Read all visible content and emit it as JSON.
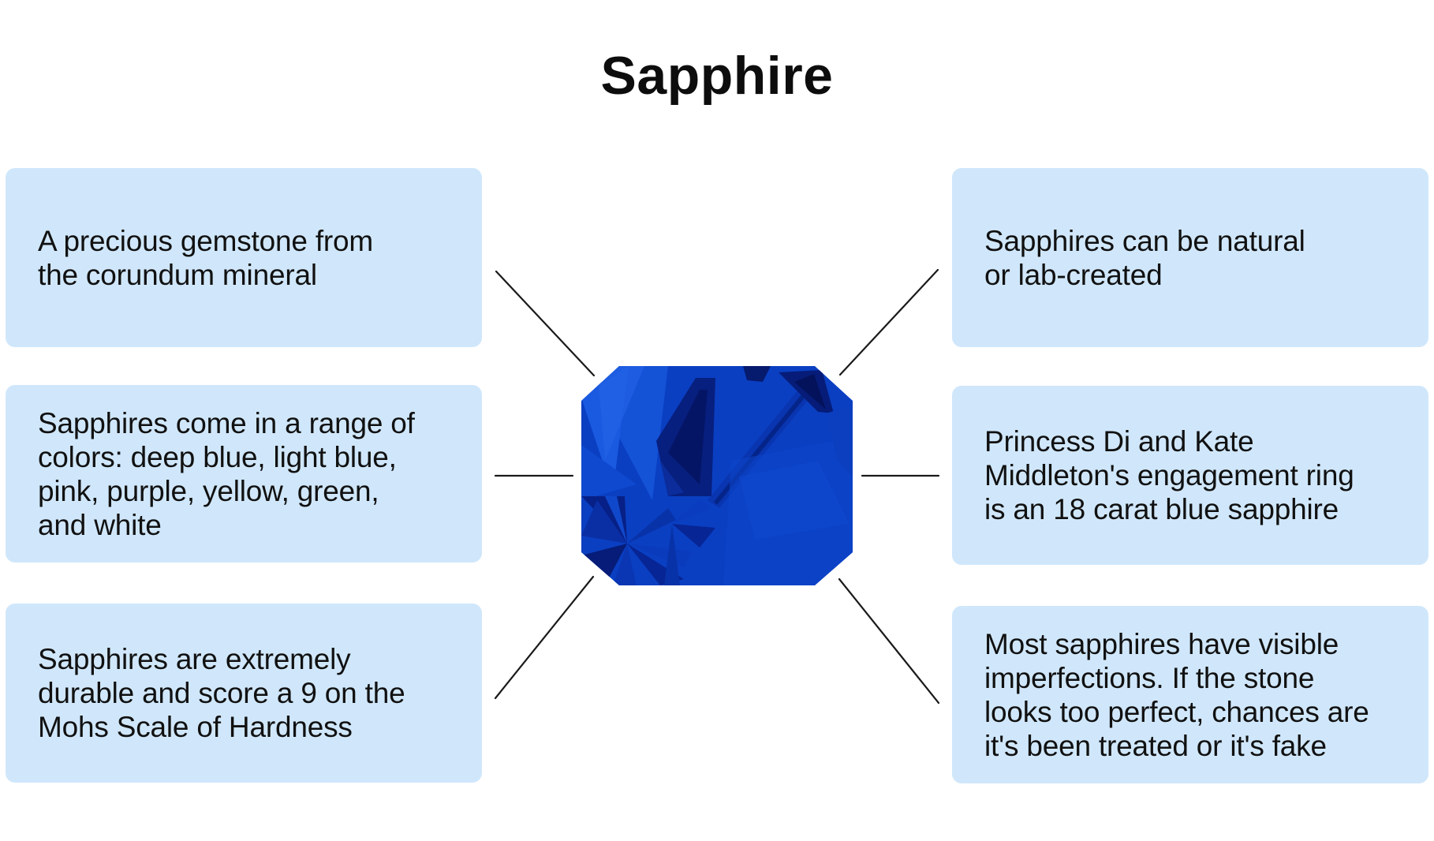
{
  "title": "Sapphire",
  "colors": {
    "box_background": "#d0e7fb",
    "text": "#111111",
    "connector_line": "#1a1a1a",
    "gem_base": "#0a3fc2",
    "gem_dark": "#061a6e",
    "gem_light": "#1a5ae0"
  },
  "gem": {
    "icon": "sapphire-gem-icon",
    "shape": "emerald-cut octagon"
  },
  "facts": {
    "left": [
      {
        "text": "A precious gemstone from\nthe corundum mineral"
      },
      {
        "text": "Sapphires come in a range of\ncolors: deep blue, light blue,\npink, purple, yellow, green,\nand white"
      },
      {
        "text": "Sapphires are extremely\ndurable and score a 9 on the\nMohs Scale of Hardness"
      }
    ],
    "right": [
      {
        "text": "Sapphires can be natural\nor lab-created"
      },
      {
        "text": "Princess Di and Kate\nMiddleton's engagement ring\nis an 18 carat blue sapphire"
      },
      {
        "text": "Most sapphires have visible\nimperfections. If the stone\nlooks too perfect, chances are\nit's been treated or it's fake"
      }
    ]
  }
}
